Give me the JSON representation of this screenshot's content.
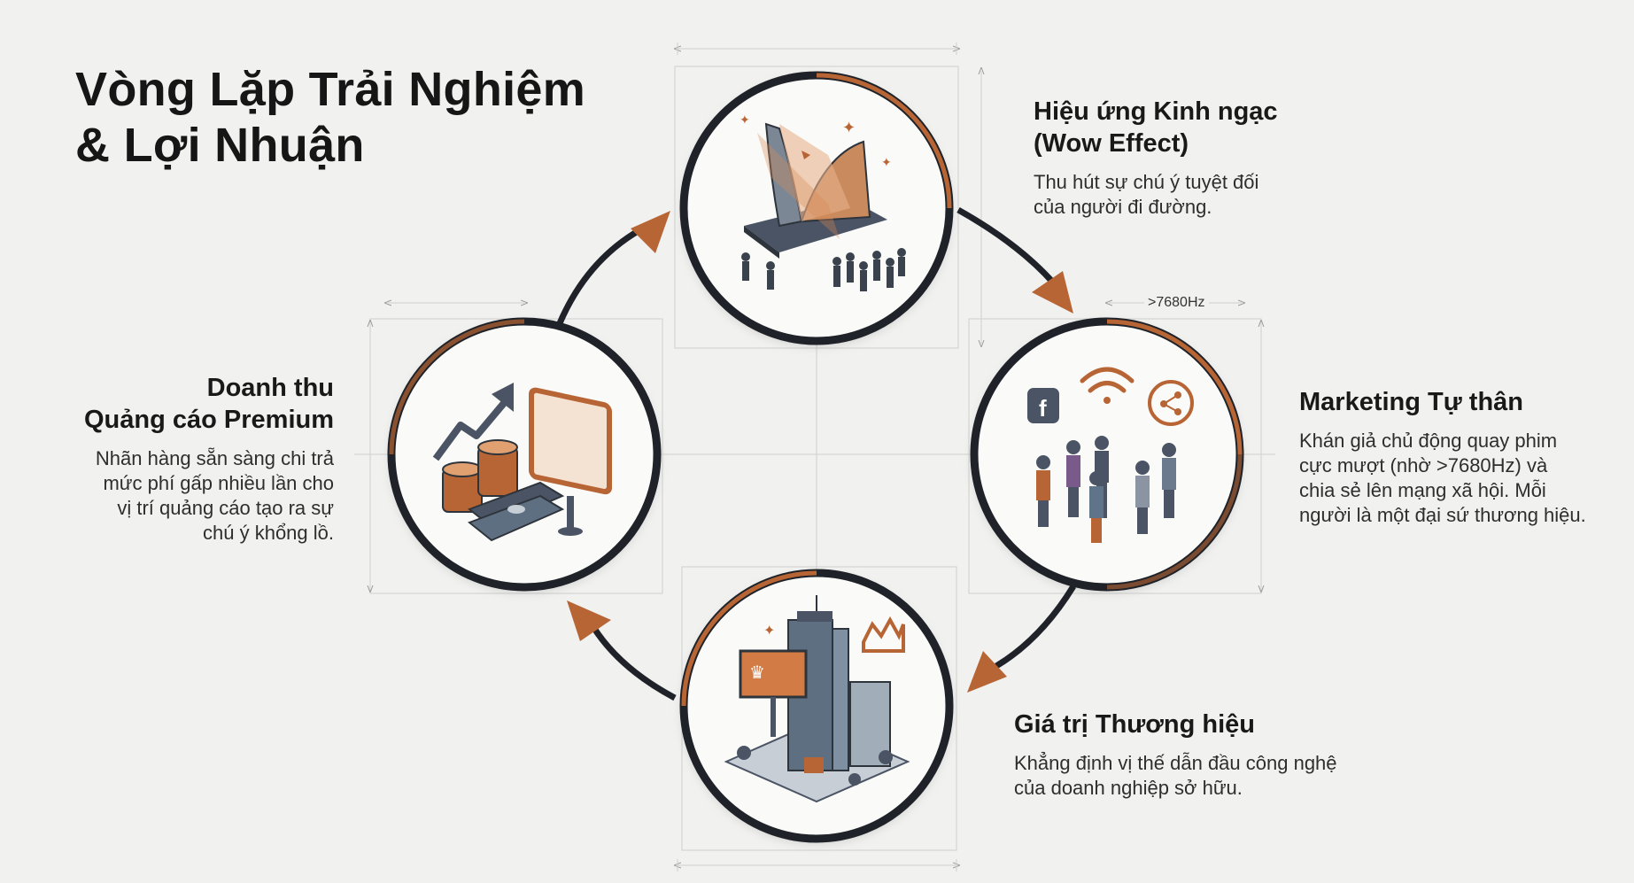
{
  "title": {
    "line1": "Vòng Lặp Trải Nghiệm",
    "line2": "& Lợi Nhuận"
  },
  "stages": {
    "wow": {
      "heading_line1": "Hiệu ứng Kinh ngạc",
      "heading_line2": "(Wow Effect)",
      "desc_line1": "Thu hút sự chú ý tuyệt đối",
      "desc_line2": "của người đi đường."
    },
    "marketing": {
      "heading": "Marketing Tự thân",
      "desc_line1": "Khán giả chủ động quay phim",
      "desc_line2": "cực mượt (nhờ >7680Hz) và",
      "desc_line3": "chia sẻ lên mạng xã hội. Mỗi",
      "desc_line4": "người là một đại sứ thương hiệu."
    },
    "brand": {
      "heading": "Giá trị Thương hiệu",
      "desc_line1": "Khẳng định vị thế dẫn đầu công nghệ",
      "desc_line2": "của doanh nghiệp sở hữu."
    },
    "revenue": {
      "heading_line1": "Doanh thu",
      "heading_line2": "Quảng cáo Premium",
      "desc_line1": "Nhãn hàng sẵn sàng chi trả",
      "desc_line2": "mức phí gấp nhiều lần cho",
      "desc_line3": "vị trí quảng cáo tạo ra sự",
      "desc_line4": "chú ý khổng lồ."
    }
  },
  "dimension_label": ">7680Hz",
  "icons": {
    "wow": "curved-led-screen-crowd-icon",
    "marketing": "social-sharing-crowd-icon",
    "brand": "skyscraper-billboard-crown-icon",
    "revenue": "coins-billboard-growth-icon"
  },
  "colors": {
    "background": "#f1f1ef",
    "ring": "#1f2329",
    "accent": "#b86535",
    "steel": "#4a5464",
    "guide": "#c9c9c9"
  }
}
